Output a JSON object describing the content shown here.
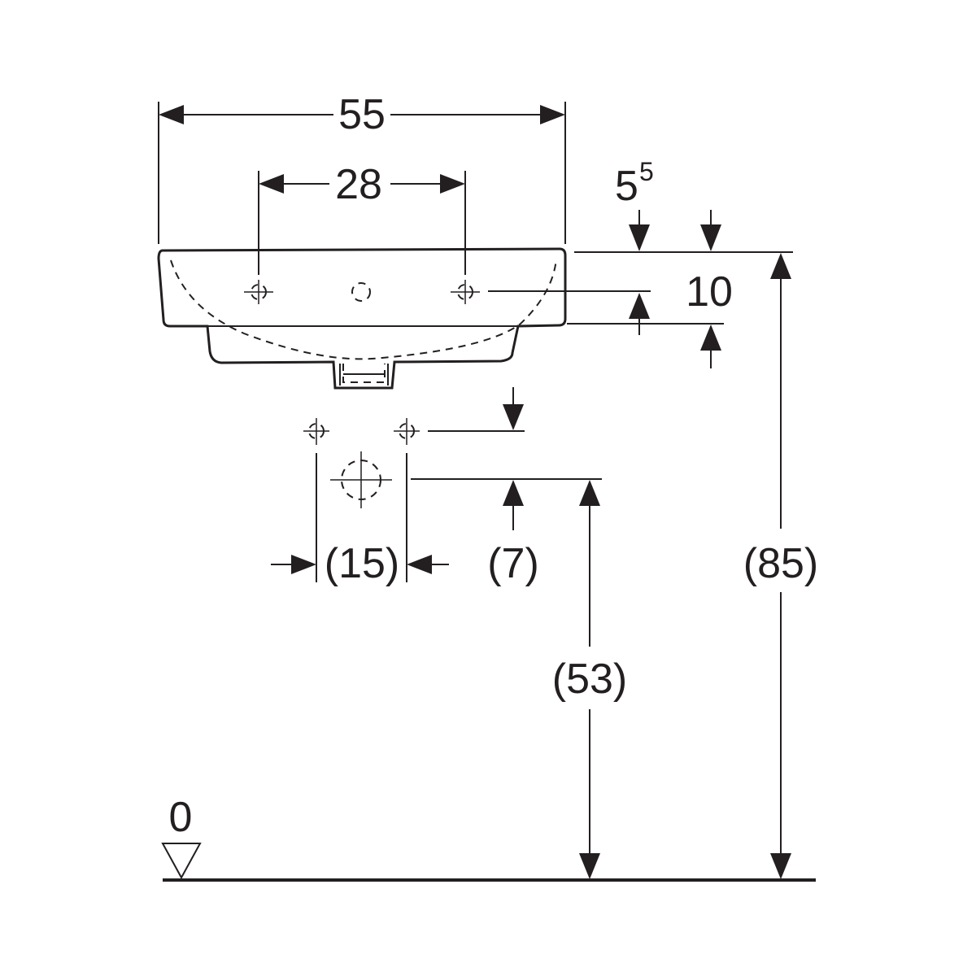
{
  "drawing": {
    "dimensions": {
      "overall_width": "55",
      "tap_hole_spacing": "28",
      "rim_offset_base": "5",
      "rim_offset_sup": "5",
      "basin_height": "10",
      "supply_spacing": "(15)",
      "supply_to_waste": "(7)",
      "waste_height": "(53)",
      "rim_height": "(85)",
      "floor_level": "0"
    }
  }
}
